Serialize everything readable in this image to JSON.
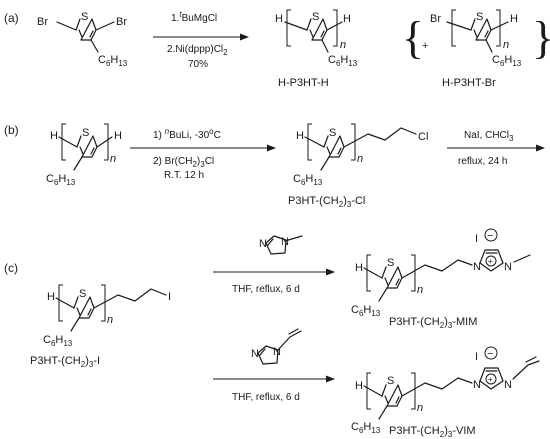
{
  "panels": {
    "a": "(a)",
    "b": "(b)",
    "c": "(c)"
  },
  "atoms": {
    "br": "Br",
    "s": "S",
    "h": "H",
    "cl": "Cl",
    "i": "I",
    "n_plus": "N",
    "n": "N",
    "hexyl": "C",
    "hexyl_sub": "6",
    "hexyl_h": "H",
    "hexyl_sub2": "13",
    "repeat_n": "n",
    "plus": "+",
    "charge_plus": "+",
    "charge_minus": "−"
  },
  "reaction_a": {
    "step1": "1.",
    "step1_sup": "t",
    "step1_reagent": "BuMgCl",
    "step2": "2.Ni(dppp)Cl",
    "step2_sub": "2",
    "yield": "70%",
    "product1": "H-P3HT-H",
    "product2": "H-P3HT-Br"
  },
  "reaction_b": {
    "step1_pre": "1) ",
    "step1_sup": "n",
    "step1_post": "BuLi, -30",
    "step1_deg": "o",
    "step1_unit": "C",
    "step2_pre": "2) Br(CH",
    "step2_sub": "2",
    "step2_post": ")",
    "step2_sub2": "3",
    "step2_end": "Cl",
    "step2_cond": "R.T. 12 h",
    "product": "P3HT-(CH",
    "product_sub": "2",
    "product_mid": ")",
    "product_sub2": "3",
    "product_end": "-Cl",
    "reagent_top": "NaI, CHCl",
    "reagent_top_sub": "3",
    "reagent_bottom": "reflux, 24 h"
  },
  "reaction_c": {
    "start_label": "P3HT-(CH",
    "start_sub": "2",
    "start_mid": ")",
    "start_sub2": "3",
    "start_end": "-I",
    "cond_mim": "THF, reflux, 6 d",
    "cond_vim": "THF, reflux, 6 d",
    "product_mim": "P3HT-(CH",
    "product_mim_sub": "2",
    "product_mim_mid": ")",
    "product_mim_sub2": "3",
    "product_mim_end": "-MIM",
    "product_vim": "P3HT-(CH",
    "product_vim_sub": "2",
    "product_vim_mid": ")",
    "product_vim_sub2": "3",
    "product_vim_end": "-VIM"
  }
}
